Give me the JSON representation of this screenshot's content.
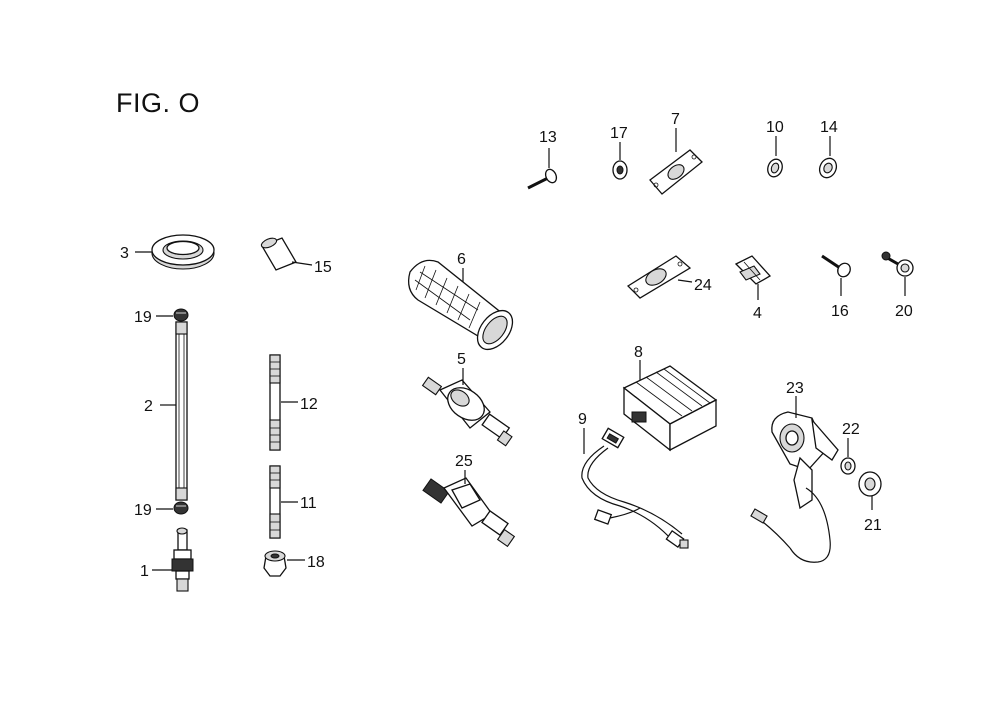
{
  "figure": {
    "title": "FIG. O"
  },
  "callouts": {
    "c1": "1",
    "c2": "2",
    "c3": "3",
    "c4": "4",
    "c5": "5",
    "c6": "6",
    "c7": "7",
    "c8": "8",
    "c9": "9",
    "c10": "10",
    "c11": "11",
    "c12": "12",
    "c13": "13",
    "c14": "14",
    "c15": "15",
    "c16": "16",
    "c17": "17",
    "c18": "18",
    "c19a": "19",
    "c19b": "19",
    "c20": "20",
    "c21": "21",
    "c22": "22",
    "c23": "23",
    "c24": "24",
    "c25": "25"
  }
}
